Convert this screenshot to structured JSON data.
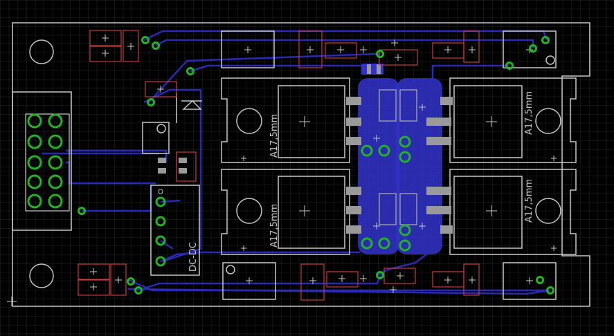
{
  "colors": {
    "background": "#000000",
    "grid": "#2a2a2a",
    "outline": "#c8c8c8",
    "trace": "#2b2bb8",
    "pour": "#3a3ad6",
    "via": "#22b522",
    "pad": "#c83c3c",
    "smd": "#9a9a9a"
  },
  "labels": {
    "heatsink_top_left": "A17,5mm",
    "heatsink_bottom_left": "A17,5mm",
    "heatsink_top_right": "A17,5mm",
    "heatsink_bottom_right": "A17,5mm",
    "dcdc": "DC-DC"
  }
}
